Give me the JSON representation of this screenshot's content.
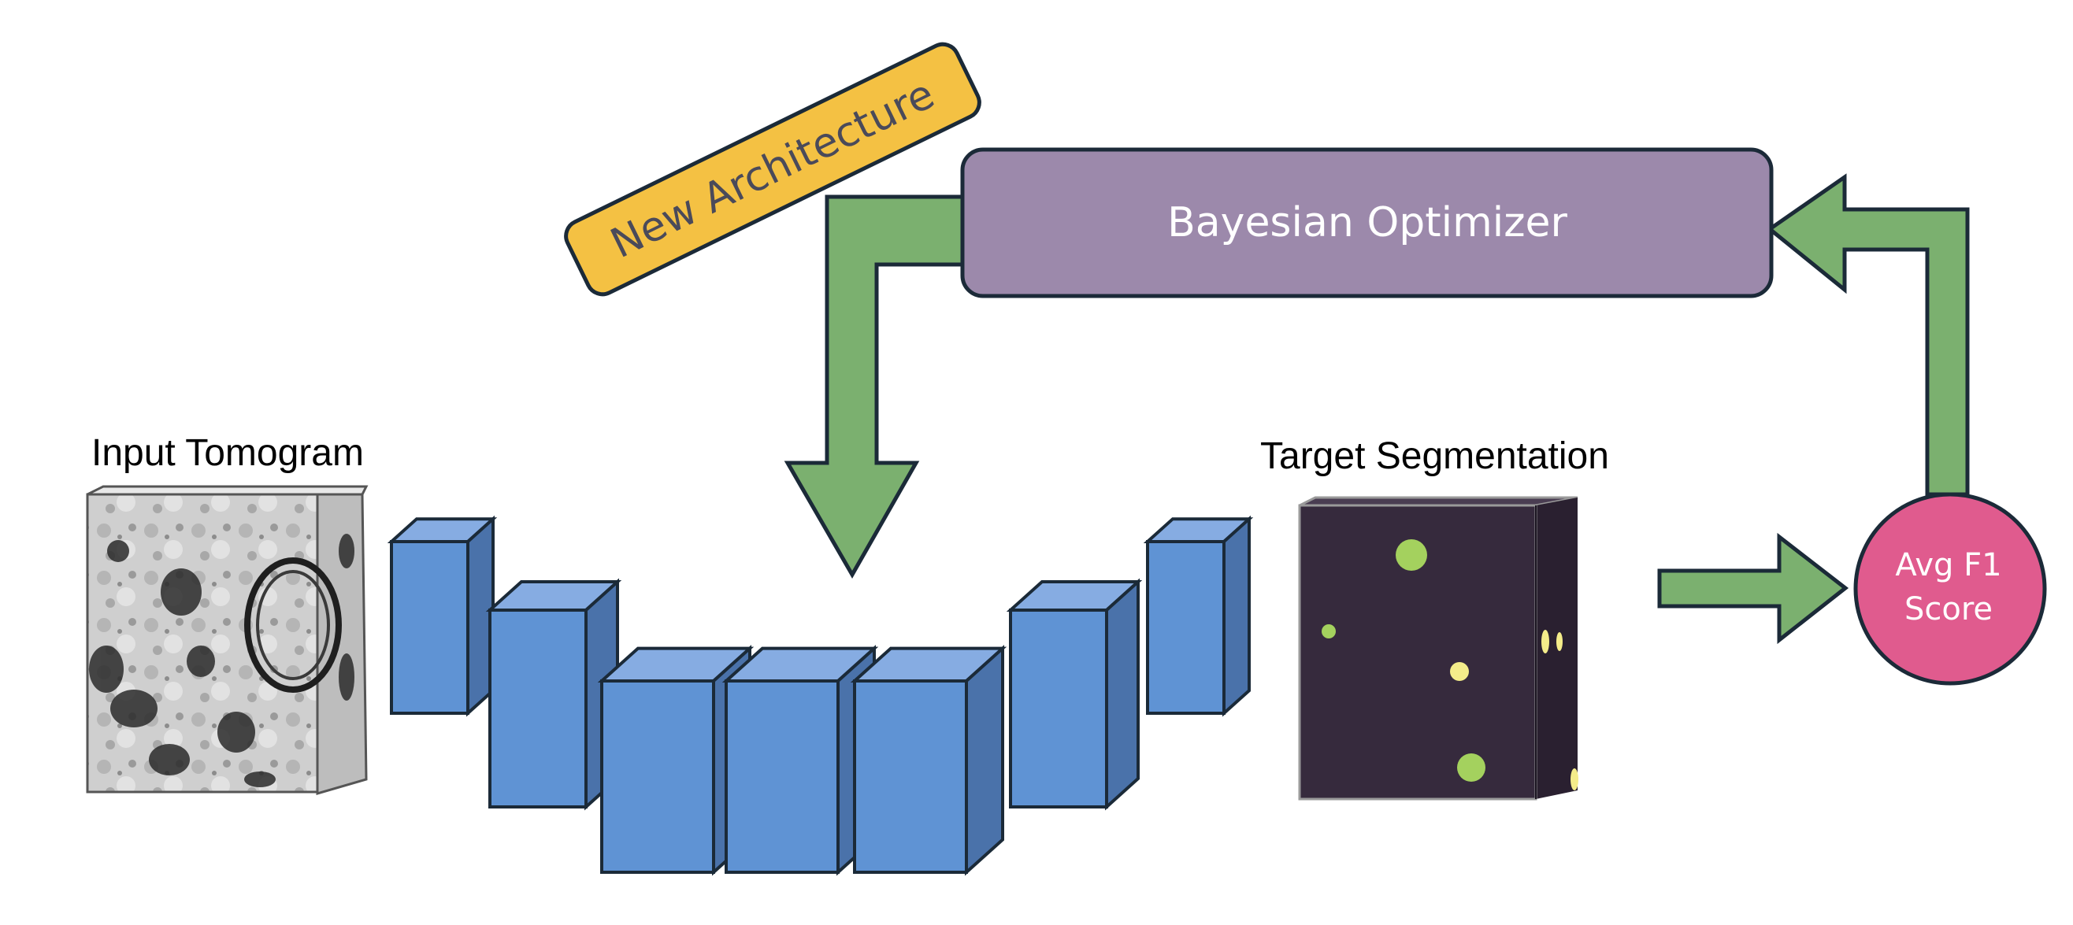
{
  "labels": {
    "new_architecture": "New Architecture",
    "optimizer": "Bayesian Optimizer",
    "input": "Input Tomogram",
    "target": "Target Segmentation",
    "score_line1": "Avg F1",
    "score_line2": "Score"
  },
  "colors": {
    "arrow": "#7bb06f",
    "optimizer": "#9c89ab",
    "tag": "#f4c143",
    "score": "#e05b8e",
    "block_front": "#5f93d4",
    "block_top": "#86ace2",
    "block_side": "#4a72aa",
    "segmentation_bg": "#362a3d",
    "particle_green": "#a4d15e",
    "particle_yellow": "#f4ec8a",
    "outline": "#1b2a38"
  },
  "unet": {
    "blocks": [
      "encoder-1",
      "encoder-2",
      "encoder-3",
      "bottleneck",
      "decoder-3",
      "decoder-2",
      "decoder-1"
    ]
  },
  "particles": [
    "green",
    "green",
    "yellow",
    "green",
    "yellow",
    "yellow",
    "yellow"
  ]
}
